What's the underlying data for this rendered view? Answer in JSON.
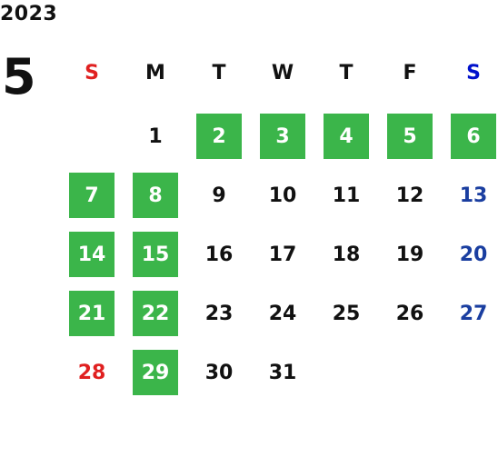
{
  "year": "2023",
  "month": "5",
  "colors": {
    "highlight": "#3bb54a",
    "sunday": "#e02020",
    "saturday": "#1a3ea0",
    "saturday_header": "#0011cc",
    "default": "#111111",
    "highlight_text": "#ffffff"
  },
  "weekdays": [
    "S",
    "M",
    "T",
    "W",
    "T",
    "F",
    "S"
  ],
  "weeks": [
    [
      null,
      {
        "d": "1"
      },
      {
        "d": "2",
        "hl": true
      },
      {
        "d": "3",
        "hl": true
      },
      {
        "d": "4",
        "hl": true
      },
      {
        "d": "5",
        "hl": true
      },
      {
        "d": "6",
        "hl": true
      }
    ],
    [
      {
        "d": "7",
        "hl": true
      },
      {
        "d": "8",
        "hl": true
      },
      {
        "d": "9"
      },
      {
        "d": "10"
      },
      {
        "d": "11"
      },
      {
        "d": "12"
      },
      {
        "d": "13"
      }
    ],
    [
      {
        "d": "14",
        "hl": true
      },
      {
        "d": "15",
        "hl": true
      },
      {
        "d": "16"
      },
      {
        "d": "17"
      },
      {
        "d": "18"
      },
      {
        "d": "19"
      },
      {
        "d": "20"
      }
    ],
    [
      {
        "d": "21",
        "hl": true
      },
      {
        "d": "22",
        "hl": true
      },
      {
        "d": "23"
      },
      {
        "d": "24"
      },
      {
        "d": "25"
      },
      {
        "d": "26"
      },
      {
        "d": "27"
      }
    ],
    [
      {
        "d": "28"
      },
      {
        "d": "29",
        "hl": true
      },
      {
        "d": "30"
      },
      {
        "d": "31"
      },
      null,
      null,
      null
    ]
  ]
}
